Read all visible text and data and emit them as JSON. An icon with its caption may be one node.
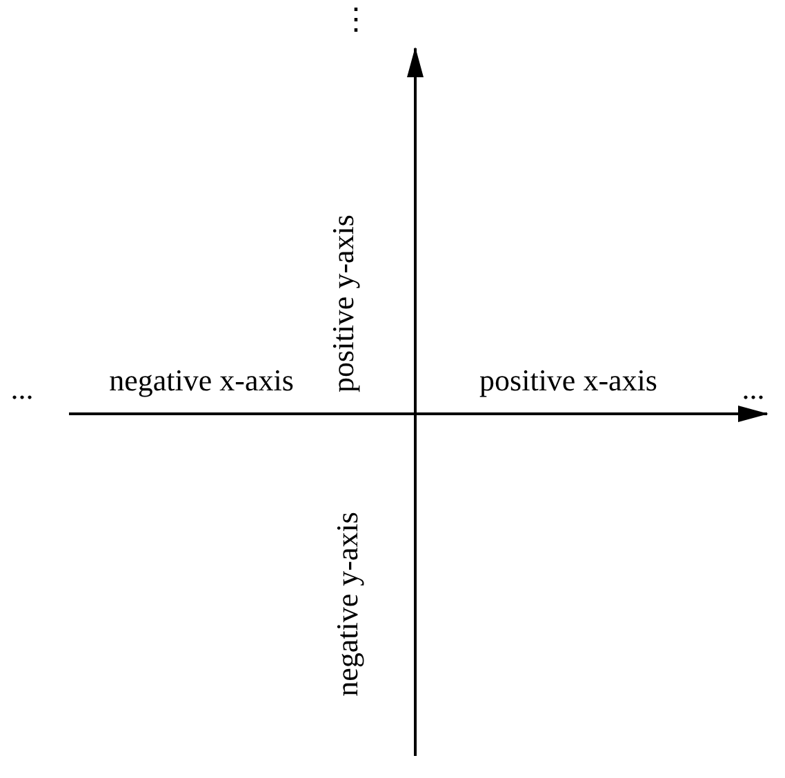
{
  "diagram": {
    "labels": [
      "⋮",
      "...",
      "negative x-axis",
      "positive y-axis",
      "positive x-axis",
      "...",
      "negative y-axis"
    ]
  }
}
